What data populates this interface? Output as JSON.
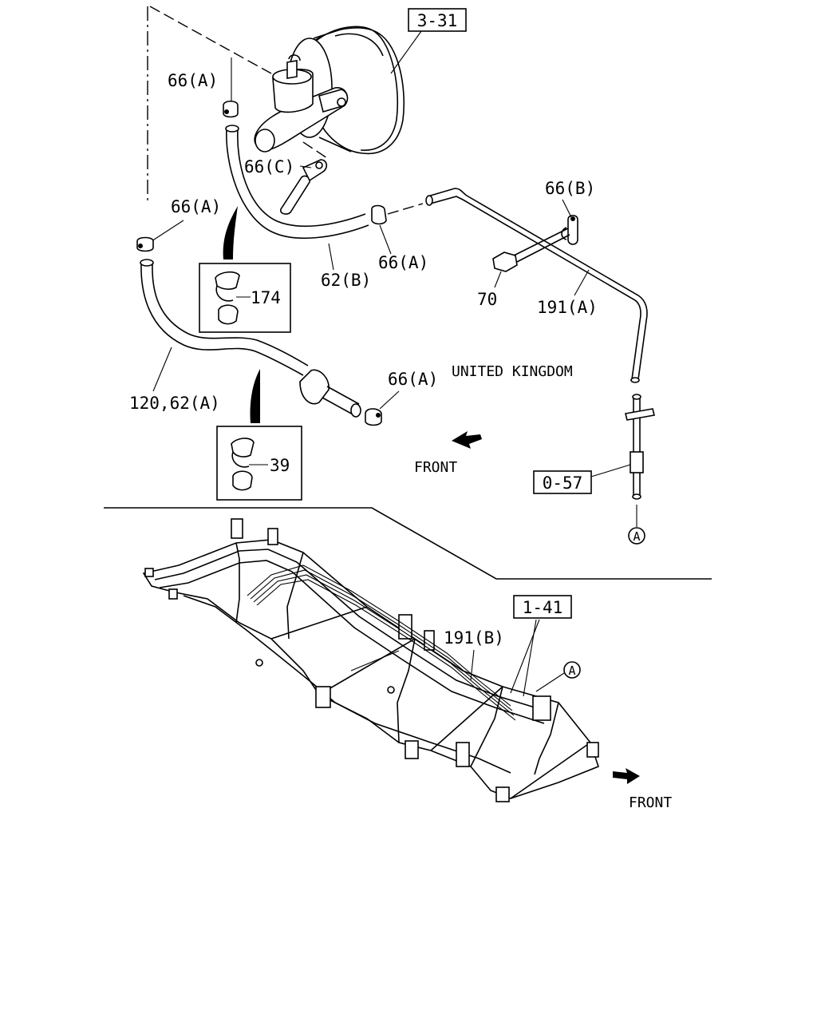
{
  "refs": {
    "booster": "3-31",
    "pipe_end": "0-57",
    "frame": "1-41"
  },
  "callouts": {
    "clamp_top": "66(A)",
    "clamp_left": "66(A)",
    "clamp_mid": "66(A)",
    "clamp_lower": "66(A)",
    "clip_c": "66(C)",
    "clip_b": "66(B)",
    "hose_b": "62(B)",
    "hose_a": "120,62(A)",
    "pipe_a": "191(A)",
    "pipe_b": "191(B)",
    "bolt": "70",
    "clip_174": "174",
    "clip_39": "39"
  },
  "notes": {
    "region": "UNITED KINGDOM",
    "front_upper": "FRONT",
    "front_lower": "FRONT"
  },
  "markers": {
    "connector_upper": "A",
    "connector_lower": "A"
  }
}
